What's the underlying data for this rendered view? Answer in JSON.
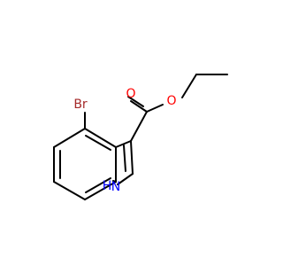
{
  "molecule": {
    "atoms": {
      "o_carbonyl": {
        "symbol": "O",
        "color": "#ff0000"
      },
      "o_ester": {
        "symbol": "O",
        "color": "#ff0000"
      },
      "br": {
        "symbol": "Br",
        "color": "#a52a2a"
      },
      "n": {
        "symbol": "N",
        "color": "#0000ff"
      },
      "h": {
        "symbol": "H",
        "color": "#0000ff"
      }
    },
    "bond_color": "#000000"
  }
}
